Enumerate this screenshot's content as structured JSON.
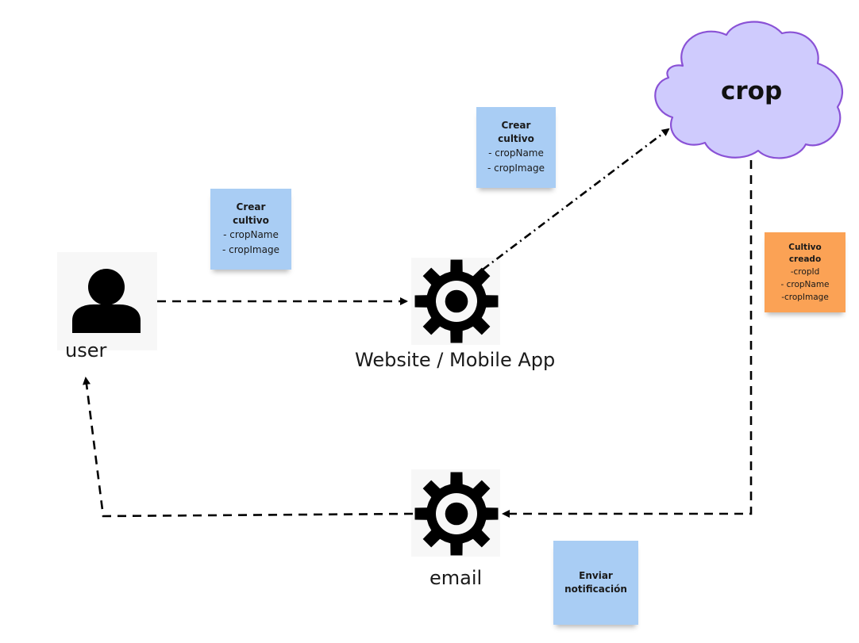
{
  "nodes": {
    "user": {
      "label": "user",
      "icon": "person-icon"
    },
    "app": {
      "label": "Website / Mobile App",
      "icon": "gear-icon"
    },
    "email": {
      "label": "email",
      "icon": "gear-icon"
    },
    "crop": {
      "label": "crop",
      "icon": "cloud-icon",
      "fill": "#cfcbfd",
      "stroke": "#8a52d6"
    }
  },
  "notes": {
    "create_user": {
      "title": "Crear cultivo",
      "lines": [
        "- cropName",
        "- cropImage"
      ],
      "color": "#a9cdf4"
    },
    "create_app": {
      "title": "Crear cultivo",
      "lines": [
        "- cropName",
        "- cropImage"
      ],
      "color": "#a9cdf4"
    },
    "created": {
      "title": "Cultivo creado",
      "lines": [
        "-cropId",
        "- cropName",
        "-cropImage"
      ],
      "color": "#fba255"
    },
    "notify": {
      "title": "Enviar notificación",
      "lines": [],
      "color": "#a9cdf4"
    }
  },
  "edges": [
    {
      "from": "user",
      "to": "app",
      "style": "dashed"
    },
    {
      "from": "app",
      "to": "crop",
      "style": "dash-dot"
    },
    {
      "from": "crop",
      "to": "email",
      "style": "dashed"
    },
    {
      "from": "email",
      "to": "user",
      "style": "dashed"
    }
  ]
}
